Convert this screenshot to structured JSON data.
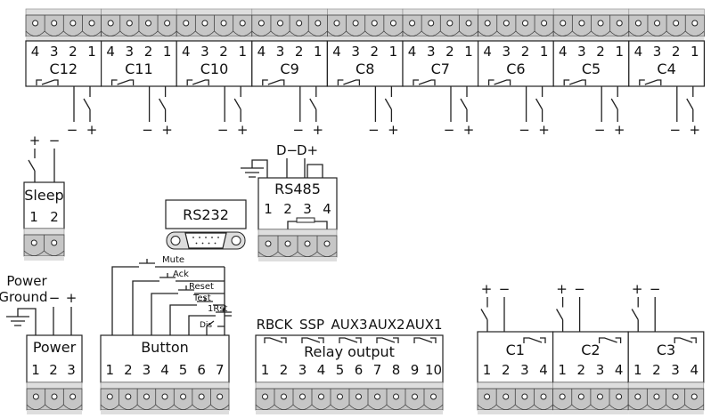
{
  "colors": {
    "terminal_fill": "#c6c6c6",
    "terminal_strip": "#dedede",
    "line": "#222222"
  },
  "top_blocks": [
    {
      "label": "C12",
      "pins": [
        "4",
        "3",
        "2",
        "1"
      ],
      "minus": "−",
      "plus": "+"
    },
    {
      "label": "C11",
      "pins": [
        "4",
        "3",
        "2",
        "1"
      ],
      "minus": "−",
      "plus": "+"
    },
    {
      "label": "C10",
      "pins": [
        "4",
        "3",
        "2",
        "1"
      ],
      "minus": "−",
      "plus": "+"
    },
    {
      "label": "C9",
      "pins": [
        "4",
        "3",
        "2",
        "1"
      ],
      "minus": "−",
      "plus": "+"
    },
    {
      "label": "C8",
      "pins": [
        "4",
        "3",
        "2",
        "1"
      ],
      "minus": "−",
      "plus": "+"
    },
    {
      "label": "C7",
      "pins": [
        "4",
        "3",
        "2",
        "1"
      ],
      "minus": "−",
      "plus": "+"
    },
    {
      "label": "C6",
      "pins": [
        "4",
        "3",
        "2",
        "1"
      ],
      "minus": "−",
      "plus": "+"
    },
    {
      "label": "C5",
      "pins": [
        "4",
        "3",
        "2",
        "1"
      ],
      "minus": "−",
      "plus": "+"
    },
    {
      "label": "C4",
      "pins": [
        "4",
        "3",
        "2",
        "1"
      ],
      "minus": "−",
      "plus": "+"
    }
  ],
  "sleep": {
    "label": "Sleep",
    "pins": [
      "1",
      "2"
    ],
    "plus": "+",
    "minus": "−"
  },
  "rs232": {
    "label": "RS232",
    "connector_icon": "db9-connector-icon"
  },
  "rs485": {
    "label": "RS485",
    "pins": [
      "1",
      "2",
      "3",
      "4"
    ],
    "d_minus": "D−",
    "d_plus": "D+"
  },
  "power": {
    "label": "Power",
    "pins": [
      "1",
      "2",
      "3"
    ],
    "ground_line1": "Power",
    "ground_line2": "Ground",
    "minus": "−",
    "plus": "+"
  },
  "button": {
    "label": "Button",
    "pins": [
      "1",
      "2",
      "3",
      "4",
      "5",
      "6",
      "7"
    ],
    "inputs": [
      "Mute",
      "Ack",
      "Reset",
      "Test",
      "1Rst",
      "Dis"
    ]
  },
  "relay_output": {
    "label": "Relay output",
    "pins": [
      "1",
      "2",
      "3",
      "4",
      "5",
      "6",
      "7",
      "8",
      "9",
      "10"
    ],
    "channels": [
      "RBCK",
      "SSP",
      "AUX3",
      "AUX2",
      "AUX1"
    ]
  },
  "bottom_blocks": [
    {
      "label": "C1",
      "pins": [
        "1",
        "2",
        "3",
        "4"
      ],
      "plus": "+",
      "minus": "−"
    },
    {
      "label": "C2",
      "pins": [
        "1",
        "2",
        "3",
        "4"
      ],
      "plus": "+",
      "minus": "−"
    },
    {
      "label": "C3",
      "pins": [
        "1",
        "2",
        "3",
        "4"
      ],
      "plus": "+",
      "minus": "−"
    }
  ]
}
